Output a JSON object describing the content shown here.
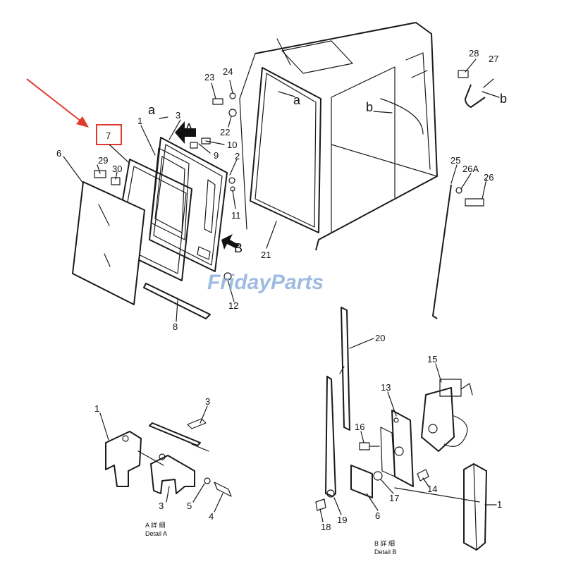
{
  "watermark": "FridayParts",
  "highlight_color": "#e03a2f",
  "detail_a_caption": "Detail A",
  "detail_a_caption_cjk": "A 詳 細",
  "detail_b_caption": "Detail B",
  "detail_b_caption_cjk": "B 詳 細",
  "view_letters": {
    "a1": "a",
    "a2": "a",
    "b1": "b",
    "b2": "b",
    "A": "A",
    "B": "B"
  },
  "callouts": {
    "c1": "1",
    "c2": "2",
    "c3": "3",
    "c6": "6",
    "c7": "7",
    "c8": "8",
    "c9": "9",
    "c10": "10",
    "c11": "11",
    "c12": "12",
    "c21": "21",
    "c22": "22",
    "c23": "23",
    "c24": "24",
    "c25": "25",
    "c26A": "26A",
    "c26": "26",
    "c27": "27",
    "c28": "28",
    "c29": "29",
    "c30": "30",
    "c20": "20",
    "da1": "1",
    "da3a": "3",
    "da3b": "3",
    "da4": "4",
    "da5": "5",
    "db13": "13",
    "db15": "15",
    "db16": "16",
    "db14": "14",
    "db17": "17",
    "db6": "6",
    "db18": "18",
    "db19": "19",
    "db1": "1"
  }
}
